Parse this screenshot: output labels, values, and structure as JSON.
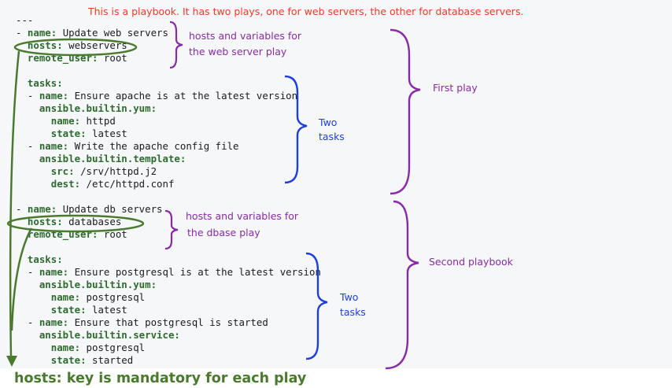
{
  "title_note": "This is a playbook.  It has two plays, one for web servers, the other for database servers.",
  "code_lines": [
    {
      "indent": "",
      "key": "",
      "value": "---"
    },
    {
      "indent": "- ",
      "key": "name:",
      "value": " Update web servers"
    },
    {
      "indent": "  ",
      "key": "hosts:",
      "value": " webservers"
    },
    {
      "indent": "  ",
      "key": "remote_user:",
      "value": " root"
    },
    {
      "indent": "",
      "key": "",
      "value": ""
    },
    {
      "indent": "  ",
      "key": "tasks:",
      "value": ""
    },
    {
      "indent": "  - ",
      "key": "name:",
      "value": " Ensure apache is at the latest version"
    },
    {
      "indent": "    ",
      "key": "ansible.builtin.yum:",
      "value": ""
    },
    {
      "indent": "      ",
      "key": "name:",
      "value": " httpd"
    },
    {
      "indent": "      ",
      "key": "state:",
      "value": " latest"
    },
    {
      "indent": "  - ",
      "key": "name:",
      "value": " Write the apache config file"
    },
    {
      "indent": "    ",
      "key": "ansible.builtin.template:",
      "value": ""
    },
    {
      "indent": "      ",
      "key": "src:",
      "value": " /srv/httpd.j2"
    },
    {
      "indent": "      ",
      "key": "dest:",
      "value": " /etc/httpd.conf"
    },
    {
      "indent": "",
      "key": "",
      "value": ""
    },
    {
      "indent": "- ",
      "key": "name:",
      "value": " Update db servers"
    },
    {
      "indent": "  ",
      "key": "hosts:",
      "value": " databases"
    },
    {
      "indent": "  ",
      "key": "remote_user:",
      "value": " root"
    },
    {
      "indent": "",
      "key": "",
      "value": ""
    },
    {
      "indent": "  ",
      "key": "tasks:",
      "value": ""
    },
    {
      "indent": "  - ",
      "key": "name:",
      "value": " Ensure postgresql is at the latest version"
    },
    {
      "indent": "    ",
      "key": "ansible.builtin.yum:",
      "value": ""
    },
    {
      "indent": "      ",
      "key": "name:",
      "value": " postgresql"
    },
    {
      "indent": "      ",
      "key": "state:",
      "value": " latest"
    },
    {
      "indent": "  - ",
      "key": "name:",
      "value": " Ensure that postgresql is started"
    },
    {
      "indent": "    ",
      "key": "ansible.builtin.service:",
      "value": ""
    },
    {
      "indent": "      ",
      "key": "name:",
      "value": " postgresql"
    },
    {
      "indent": "      ",
      "key": "state:",
      "value": " started"
    }
  ],
  "annotations": {
    "web_hosts_line1": "hosts and variables for",
    "web_hosts_line2": "the web server play",
    "web_tasks_line1": "Two",
    "web_tasks_line2": "tasks",
    "first_play": "First play",
    "db_hosts_line1": "hosts and variables for",
    "db_hosts_line2": "the dbase play",
    "db_tasks_line1": "Two",
    "db_tasks_line2": "tasks",
    "second_play": "Second playbook"
  },
  "footer_note": "hosts: key is mandatory for each play",
  "colors": {
    "key_green": "#2e6b2e",
    "annotation_red": "#f03a24",
    "annotation_purple": "#8a2aa8",
    "annotation_blue": "#1d3fe0",
    "callout_green": "#4a7a2e"
  }
}
